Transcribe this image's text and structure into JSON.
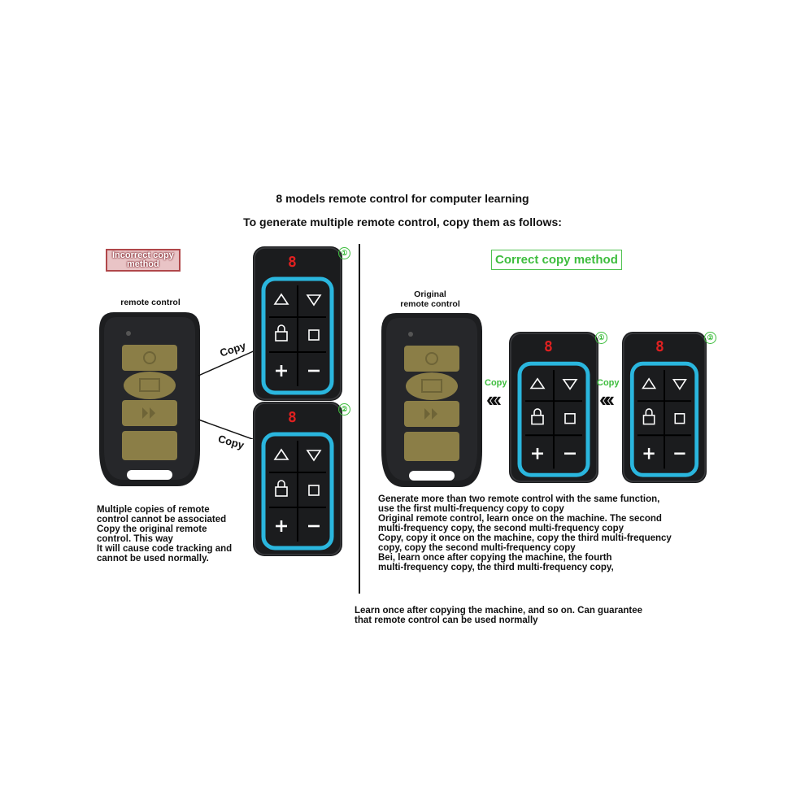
{
  "header": {
    "title": "8 models remote control for computer learning",
    "subtitle": "To generate multiple remote control, copy them as follows:"
  },
  "left": {
    "badge": [
      "Incorrect copy",
      "method"
    ],
    "remote_label": "remote control",
    "copy_label": "Copy",
    "num1": "①",
    "num2": "②",
    "paragraph": [
      "Multiple copies of remote",
      "control cannot be associated",
      "Copy the original remote",
      "control. This way",
      "It will cause code tracking and",
      "cannot be used normally."
    ]
  },
  "right": {
    "badge": "Correct copy method",
    "remote_label": [
      "Original",
      "remote control"
    ],
    "copy_label": "Copy",
    "arrows": "«",
    "num1": "①",
    "num2": "②",
    "paragraph": [
      "Generate more than two remote control with the same function,",
      "use the first multi-frequency copy to copy",
      "Original remote control, learn once on the machine. The second",
      "multi-frequency copy, the second multi-frequency copy",
      "Copy, copy it once on the machine, copy the third multi-frequency",
      "copy, copy the second multi-frequency copy",
      "Bei, learn once after copying the machine, the fourth",
      "multi-frequency copy, the third multi-frequency copy,"
    ],
    "footer": [
      "Learn once after copying the machine, and so on. Can guarantee",
      "that remote control can be used normally"
    ]
  },
  "device": {
    "display_digit": "8",
    "display_color": "#e02020",
    "button_ring_color": "#2ab6de",
    "icons": [
      "triangle-up-icon",
      "triangle-down-icon",
      "lock-icon",
      "stop-square-icon",
      "plus-icon",
      "minus-icon"
    ]
  },
  "colors": {
    "accent_green": "#3ebd3e",
    "incorrect_red": "#b0474a",
    "remote_khaki": "#8b7e47"
  }
}
